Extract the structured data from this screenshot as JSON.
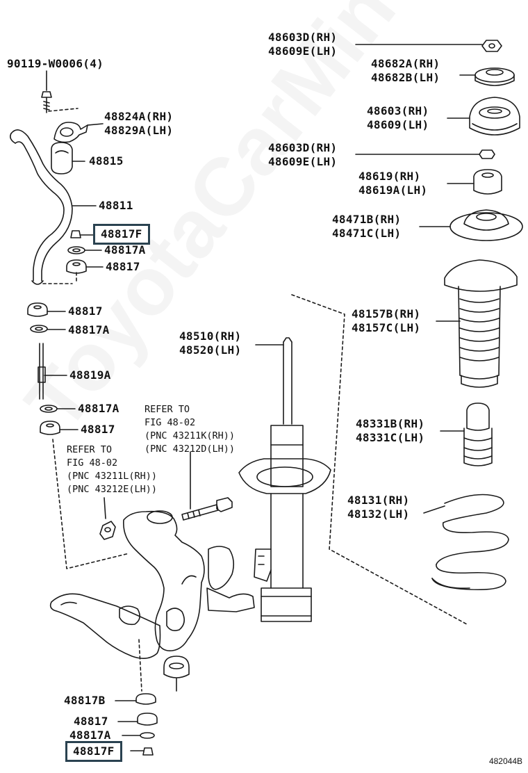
{
  "watermark": "ToyotaCarMine.ru",
  "diagram_code": "482044B",
  "labels": {
    "bolt_90119": "90119-W0006(4)",
    "bracket_rh": "48824A(RH)",
    "bracket_lh": "48829A(LH)",
    "bushing": "48815",
    "stabilizer_bar": "48811",
    "nut_48817f_top": "48817F",
    "washer_48817a_1": "48817A",
    "cushion_48817_1": "48817",
    "cushion_48817_2": "48817",
    "washer_48817a_2": "48817A",
    "link_48819a": "48819A",
    "washer_48817a_3": "48817A",
    "cushion_48817_3": "48817",
    "cushion_48817b": "48817B",
    "cushion_48817_4": "48817",
    "washer_48817a_4": "48817A",
    "nut_48817f_bottom": "48817F",
    "nut_top_rh": "48603D(RH)",
    "nut_top_lh": "48609E(LH)",
    "seat_rh": "48682A(RH)",
    "seat_lh": "48682B(LH)",
    "mount_rh": "48603(RH)",
    "mount_lh": "48609(LH)",
    "nut_mid_rh": "48603D(RH)",
    "nut_mid_lh": "48609E(LH)",
    "bumper_top_rh": "48619(RH)",
    "bumper_top_lh": "48619A(LH)",
    "spring_seat_rh": "48471B(RH)",
    "spring_seat_lh": "48471C(LH)",
    "boot_rh": "48157B(RH)",
    "boot_lh": "48157C(LH)",
    "strut_rh": "48510(RH)",
    "strut_lh": "48520(LH)",
    "bump_stop_rh": "48331B(RH)",
    "bump_stop_lh": "48331C(LH)",
    "spring_rh": "48131(RH)",
    "spring_lh": "48132(LH)"
  },
  "refs": {
    "ref1_line1": "REFER TO",
    "ref1_line2": "FIG 48-02",
    "ref1_line3": "(PNC 43211K(RH))",
    "ref1_line4": "(PNC 43212D(LH))",
    "ref2_line1": "REFER TO",
    "ref2_line2": "FIG 48-02",
    "ref2_line3": "(PNC 43211L(RH))",
    "ref2_line4": "(PNC 43212E(LH))"
  },
  "colors": {
    "line": "#1a1a1a",
    "highlight_box": "#2a4250",
    "part_fill": "#ffffff"
  }
}
